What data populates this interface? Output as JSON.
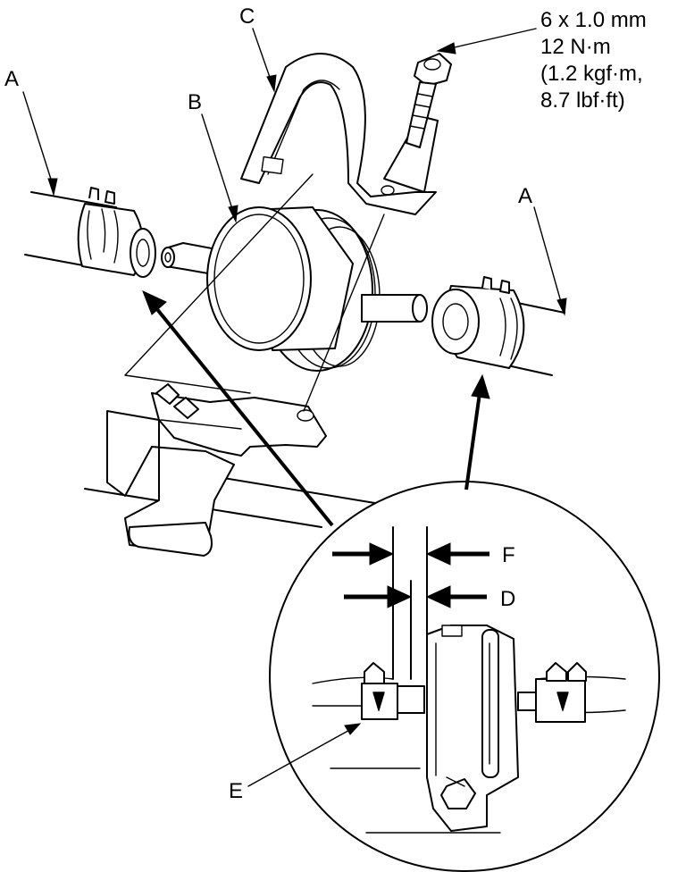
{
  "labels": {
    "a_left": "A",
    "a_right": "A",
    "b": "B",
    "c": "C",
    "d": "D",
    "e": "E",
    "f": "F"
  },
  "torque_spec": {
    "line1": "6 x 1.0 mm",
    "line2": "12 N·m",
    "line3": "(1.2 kgf·m,",
    "line4": "8.7 lbf·ft)"
  }
}
